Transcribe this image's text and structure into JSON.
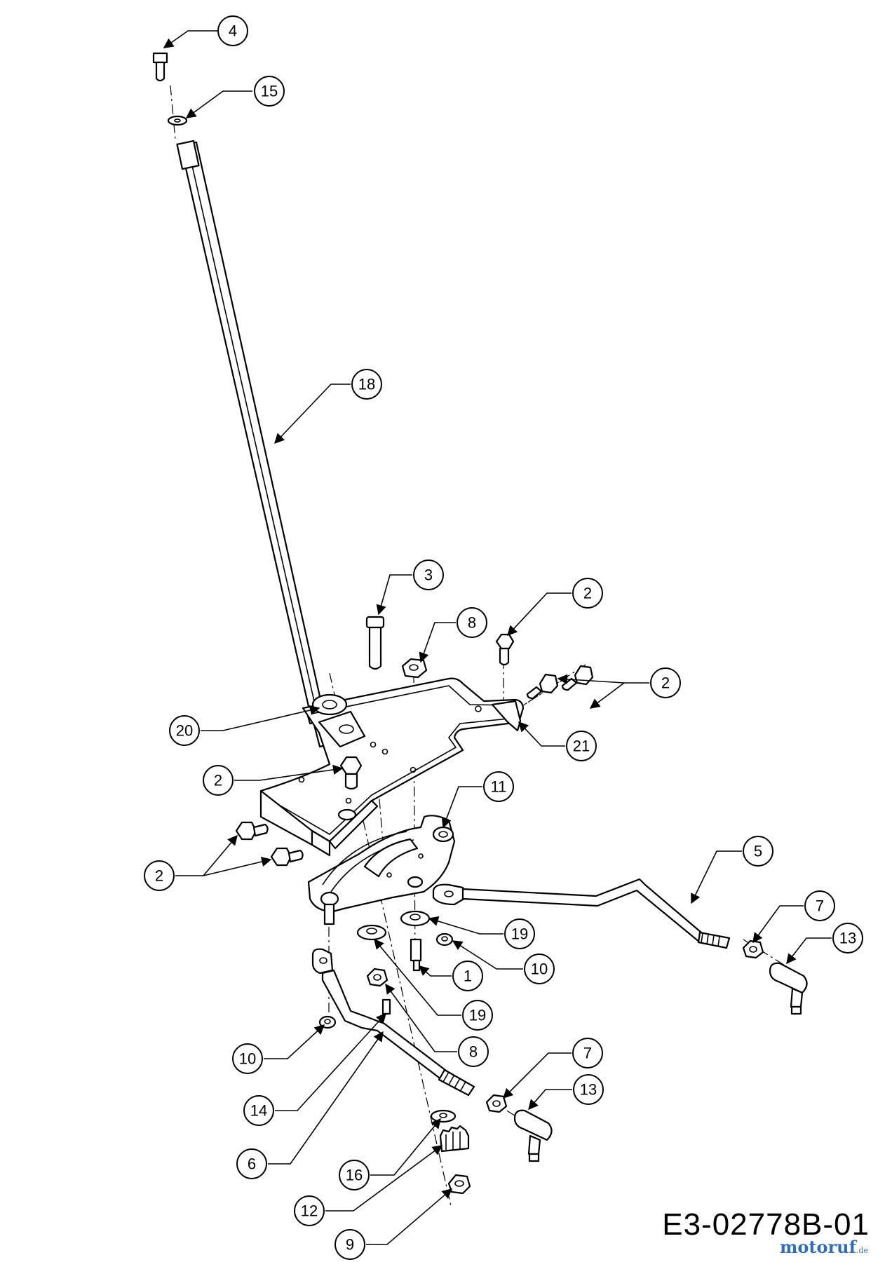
{
  "drawing_code": "E3-02778B-01",
  "watermark": {
    "brand": "motoruf",
    "suffix": ".de"
  },
  "callouts": [
    "4",
    "15",
    "18",
    "3",
    "8",
    "2",
    "2",
    "20",
    "21",
    "2",
    "11",
    "2",
    "5",
    "7",
    "13",
    "19",
    "10",
    "1",
    "19",
    "8",
    "10",
    "14",
    "7",
    "13",
    "6",
    "16",
    "12",
    "9"
  ]
}
